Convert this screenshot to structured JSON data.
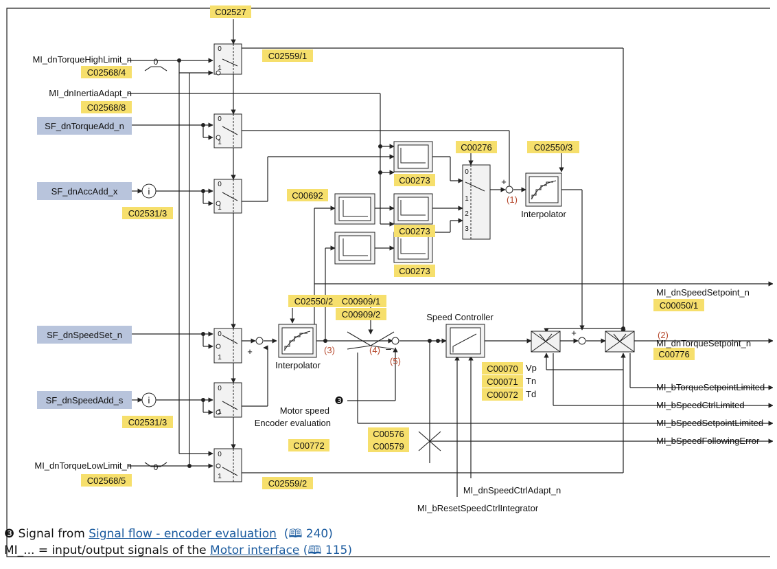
{
  "colors": {
    "highlight": "#f6df6c",
    "input_box": "#b8c4dc",
    "block_fill": "#f2f2f2",
    "annotation_red": "#b5462a",
    "link_blue": "#1a5a9e"
  },
  "diagram": {
    "codes": {
      "c02527": "C02527",
      "c02559_1": "C02559/1",
      "c02568_4": "C02568/4",
      "c02568_8": "C02568/8",
      "c02531_3_a": "C02531/3",
      "c00276": "C00276",
      "c02550_3": "C02550/3",
      "c00692": "C00692",
      "c00273_a": "C00273",
      "c00273_b": "C00273",
      "c00273_c": "C00273",
      "c00050_1": "C00050/1",
      "c02550_2": "C02550/2",
      "c00909_1": "C00909/1",
      "c00909_2": "C00909/2",
      "c00776": "C00776",
      "c00070": "C00070",
      "c00071": "C00071",
      "c00072": "C00072",
      "c02531_3_b": "C02531/3",
      "c00772": "C00772",
      "c00576": "C00576",
      "c00579": "C00579",
      "c02568_5": "C02568/5",
      "c02559_2": "C02559/2"
    },
    "inputs": {
      "torque_high_limit": "MI_dnTorqueHighLimit_n",
      "inertia_adapt": "MI_dnInertiaAdapt_n",
      "torque_add": "SF_dnTorqueAdd_n",
      "acc_add": "SF_dnAccAdd_x",
      "speed_set": "SF_dnSpeedSet_n",
      "speed_add": "SF_dnSpeedAdd_s",
      "torque_low_limit": "MI_dnTorqueLowLimit_n",
      "speed_ctrl_adapt": "MI_dnSpeedCtrlAdapt_n",
      "reset_integrator": "MI_bResetSpeedCtrlIntegrator"
    },
    "outputs": {
      "speed_setpoint": "MI_dnSpeedSetpoint_n",
      "torque_setpoint": "MI_dnTorqueSetpoint_n",
      "torque_limited": "MI_bTorqueSetpointLimited",
      "speed_ctrl_limited": "MI_bSpeedCtrlLimited",
      "speed_setpoint_limited": "MI_bSpeedSetpointLimited",
      "following_error": "MI_bSpeedFollowingError"
    },
    "labels": {
      "interpolator_top": "Interpolator",
      "interpolator_bottom": "Interpolator",
      "speed_controller": "Speed Controller",
      "vp": "Vp",
      "tn": "Tn",
      "td": "Td",
      "motor_speed": "Motor speed",
      "encoder_evaluation": "Encoder evaluation",
      "marker_3": "❸",
      "info_i": "i",
      "zero": "0",
      "plus": "+",
      "minus": "–",
      "sel_0": "0",
      "sel_1": "1",
      "sel_2": "2",
      "sel_3": "3",
      "ann_1": "(1)",
      "ann_2": "(2)",
      "ann_3": "(3)",
      "ann_4": "(4)",
      "ann_5": "(5)"
    }
  },
  "footer": {
    "line1_marker": "❸",
    "line1_prefix": "Signal from",
    "line1_link": "Signal flow - encoder evaluation",
    "line1_ref": "(🕮 240)",
    "line2_prefix": "MI_... = input/output signals of the",
    "line2_link": "Motor interface",
    "line2_ref": "(🕮 115)"
  }
}
